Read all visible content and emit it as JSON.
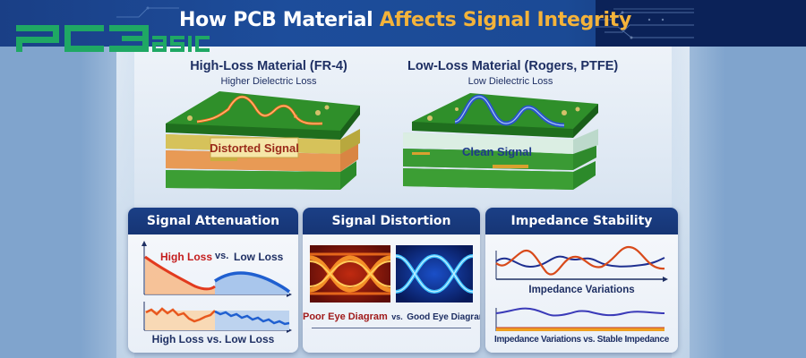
{
  "header": {
    "title_part1": "How PCB Material ",
    "title_part2": "Affects Signal Integrity",
    "logo_text": "PCBasic",
    "colors": {
      "title_white": "#ffffff",
      "title_accent": "#f4b33a",
      "logo_green": "#1fa864",
      "header_blue": "#1b4a95"
    }
  },
  "materials": [
    {
      "title": "High-Loss Material (FR-4)",
      "subtitle": "Higher Dielectric Loss",
      "board_label": "Distorted Signal",
      "signal_color": "#e8501c"
    },
    {
      "title": "Low-Loss Material (Rogers, PTFE)",
      "subtitle": "Low Dielectric Loss",
      "board_label": "Clean Signal",
      "signal_color": "#2a55c8"
    }
  ],
  "cards": [
    {
      "title": "Signal Attenuation",
      "top_label_high": "High Loss",
      "top_label_vs": "vs.",
      "top_label_low": "Low Loss",
      "bottom_caption": "High Loss vs. Low Loss"
    },
    {
      "title": "Signal Distortion",
      "caption_poor": "Poor Eye Diagram",
      "caption_vs": "vs.",
      "caption_good": "Good Eye Diagram"
    },
    {
      "title": "Impedance Stability",
      "mid_caption": "Impedance Variations",
      "bottom_caption": "Impedance Variations vs. Stable Impedance"
    }
  ]
}
